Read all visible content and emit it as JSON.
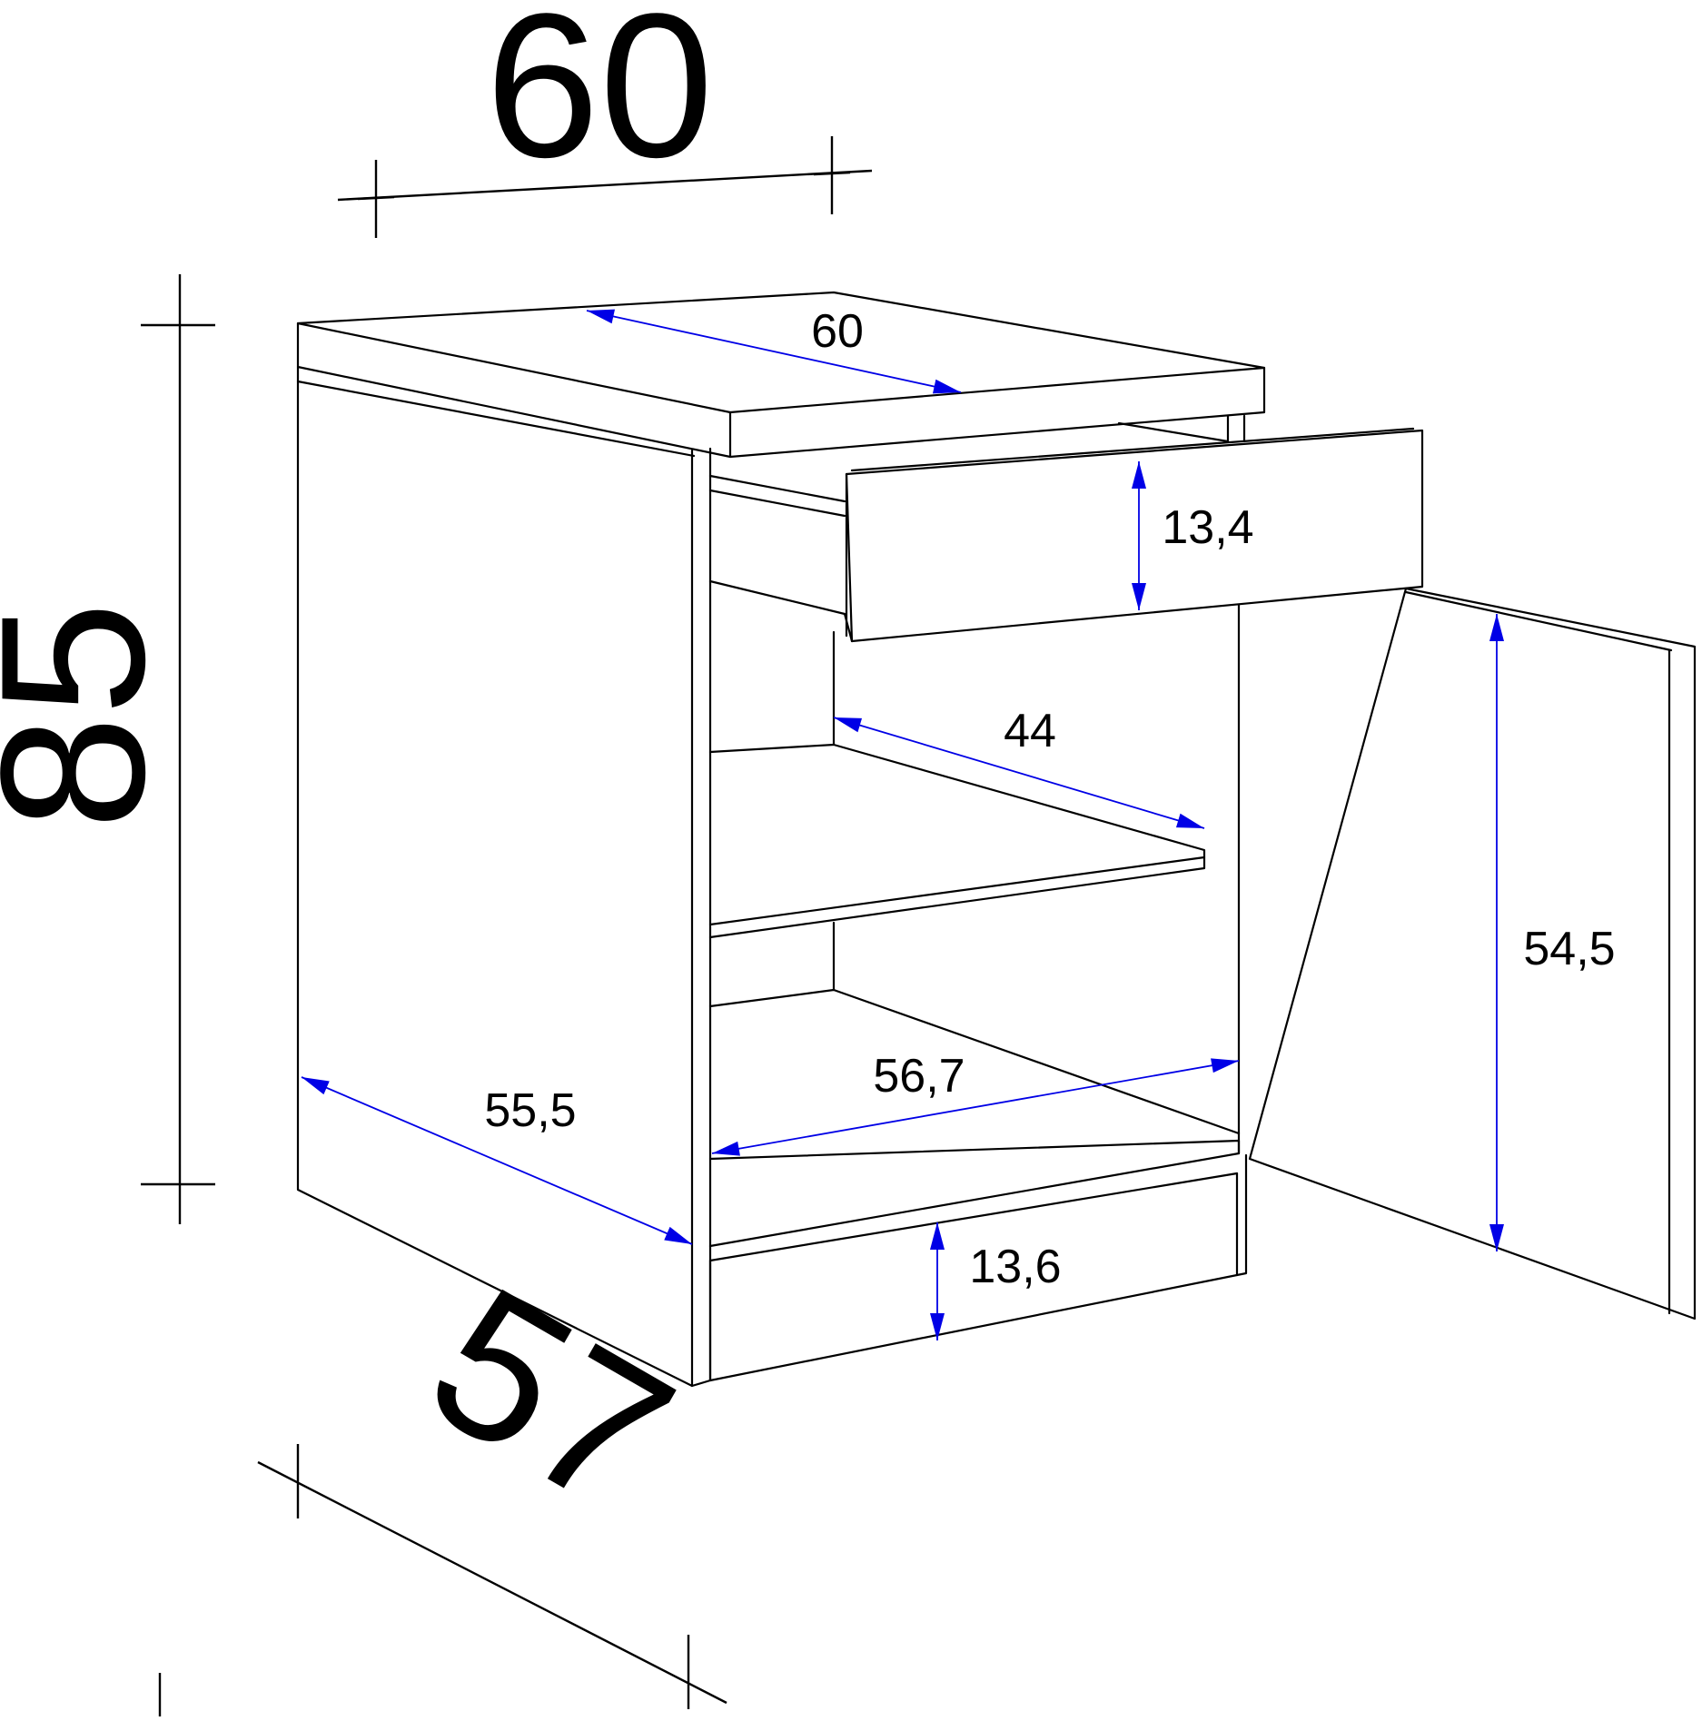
{
  "overall": {
    "width": "60",
    "height": "85",
    "depth": "57"
  },
  "inner": {
    "top_width": "60",
    "drawer_height": "13,4",
    "shelf_depth": "44",
    "door_height": "54,5",
    "side_depth": "55,5",
    "inner_width": "56,7",
    "plinth_height": "13,6"
  },
  "colors": {
    "outline": "#000000",
    "dimension_arrow": "#0000e6",
    "background": "#ffffff"
  }
}
